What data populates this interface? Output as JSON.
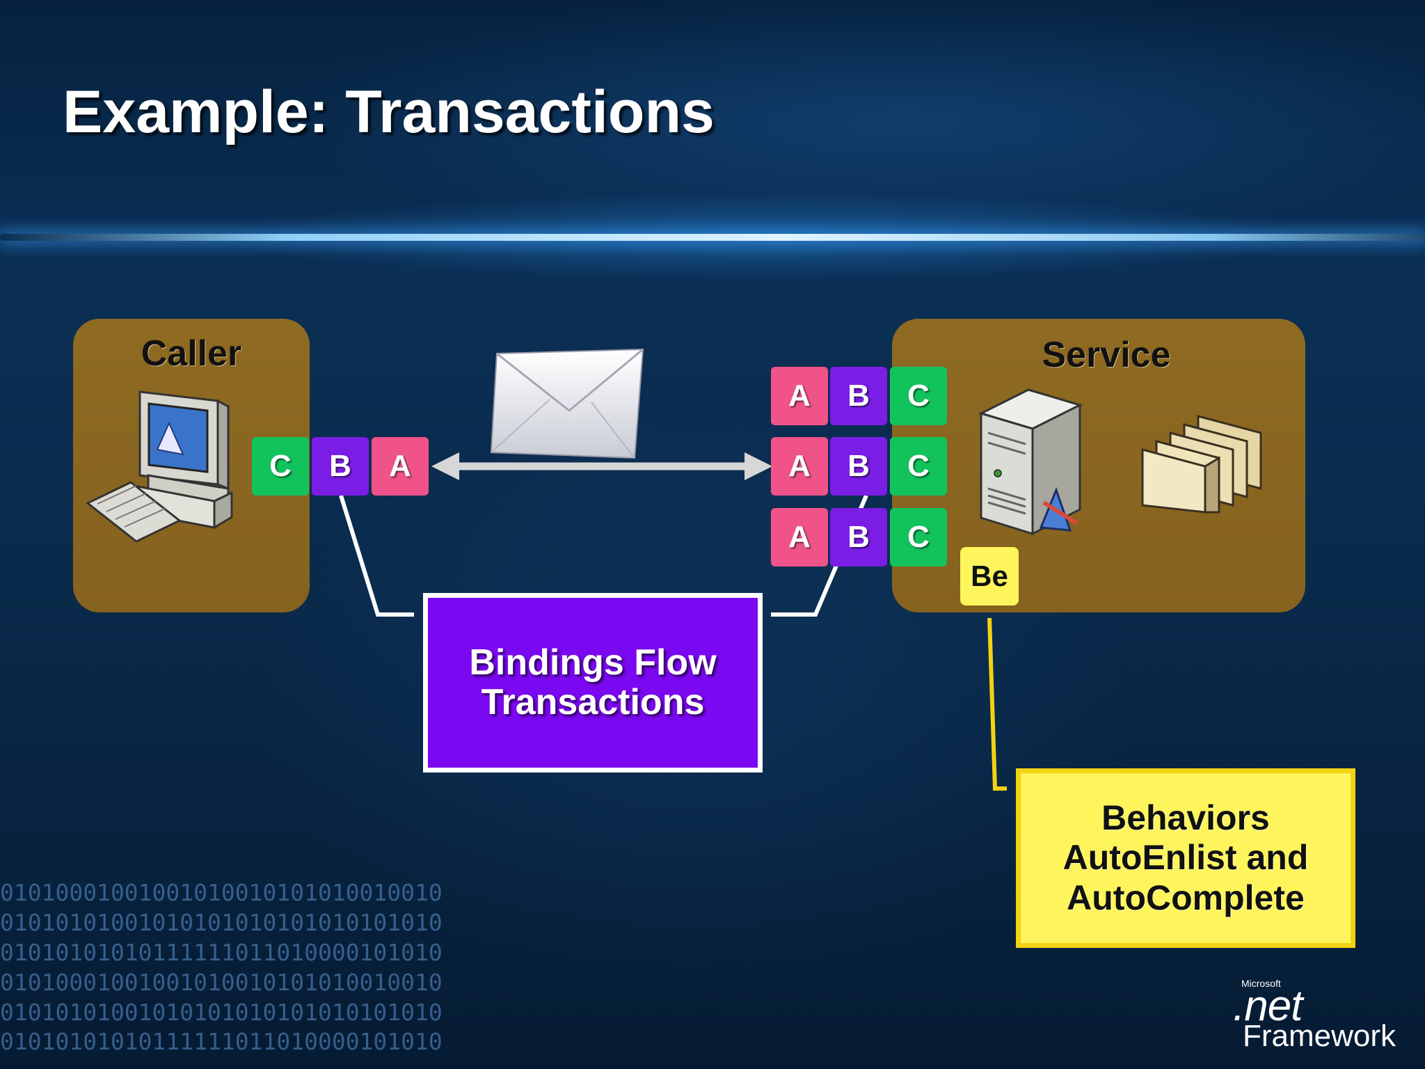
{
  "slide": {
    "title": "Example: Transactions"
  },
  "caller": {
    "label": "Caller",
    "tags": [
      "C",
      "B",
      "A"
    ]
  },
  "service": {
    "label": "Service",
    "endpoint_rows": [
      [
        "A",
        "B",
        "C"
      ],
      [
        "A",
        "B",
        "C"
      ],
      [
        "A",
        "B",
        "C"
      ]
    ],
    "behavior_tag": "Be"
  },
  "callouts": {
    "bindings": {
      "line1": "Bindings Flow",
      "line2": "Transactions"
    },
    "behaviors": {
      "line1": "Behaviors",
      "line2": "AutoEnlist and",
      "line3": "AutoComplete"
    }
  },
  "binary_rows": [
    "01010001001001010010101010010010",
    "01010101001010101010101010101010",
    "01010101010111111011010000101010",
    "01010001001001010010101010010010",
    "01010101001010101010101010101010",
    "01010101010111111011010000101010"
  ],
  "logo": {
    "maker": "Microsoft",
    "product": ".net",
    "sub": "Framework"
  },
  "colors": {
    "tag_a": "#f0538a",
    "tag_b": "#7a1ee6",
    "tag_c": "#12c35c",
    "panel": "#8e6a22",
    "bindings_box": "#7a08f0",
    "behaviors_box": "#fef55c"
  }
}
